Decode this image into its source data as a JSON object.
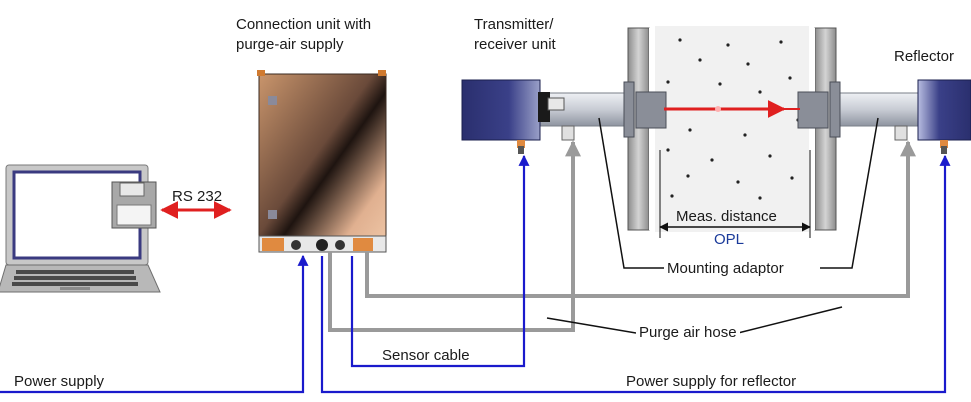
{
  "labels": {
    "connection_unit": [
      "Connection unit with",
      "purge-air supply"
    ],
    "transmitter": [
      "Transmitter/",
      "receiver unit"
    ],
    "reflector": "Reflector",
    "rs232": "RS 232",
    "meas_distance": "Meas. distance",
    "opl": "OPL",
    "mounting_adaptor": "Mounting adaptor",
    "purge_air_hose": "Purge air hose",
    "sensor_cable": "Sensor cable",
    "power_supply": "Power supply",
    "power_supply_reflector": "Power supply for reflector"
  },
  "colors": {
    "blue_line": "#1a1acc",
    "gray_hose": "#9a9a9a",
    "red_arrow": "#e02020",
    "opl_text": "#1a3a9a",
    "unit_orange": "#e08a40",
    "device_navy": "#2a2f6e"
  }
}
